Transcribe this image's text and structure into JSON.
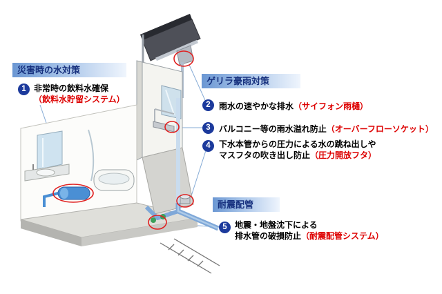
{
  "colors": {
    "accent_red": "#dd0000",
    "number_badge_blue": "#1c3a9c",
    "header_text_navy": "#16307e",
    "header_gradient_left": "#6b97d3",
    "highlight_circle_red": "#e02020",
    "pipe_blue": "#7fa8d8",
    "tank_blue": "#4a8fd4"
  },
  "disaster": {
    "header": "災害時の水対策",
    "item1": {
      "num": "1",
      "line1": "非常時の飲料水確保",
      "red": "（飲料水貯留システム）"
    }
  },
  "rain": {
    "header": "ゲリラ豪雨対策",
    "item2": {
      "num": "2",
      "text": "雨水の速やかな排水",
      "red": "（サイフォン雨樋）"
    },
    "item3": {
      "num": "3",
      "text": "バルコニー等の雨水溢れ防止",
      "red": "（オーバーフローソケット）"
    },
    "item4": {
      "num": "4",
      "line1": "下水本管からの圧力による水の跳ね出しや",
      "line2": "マスフタの吹き出し防止",
      "red": "（圧力開放フタ）"
    }
  },
  "seismic": {
    "header": "耐震配管",
    "item5": {
      "num": "5",
      "line1": "地震・地盤沈下による",
      "line2": "排水管の破損防止",
      "red": "（耐震配管システム）"
    }
  }
}
